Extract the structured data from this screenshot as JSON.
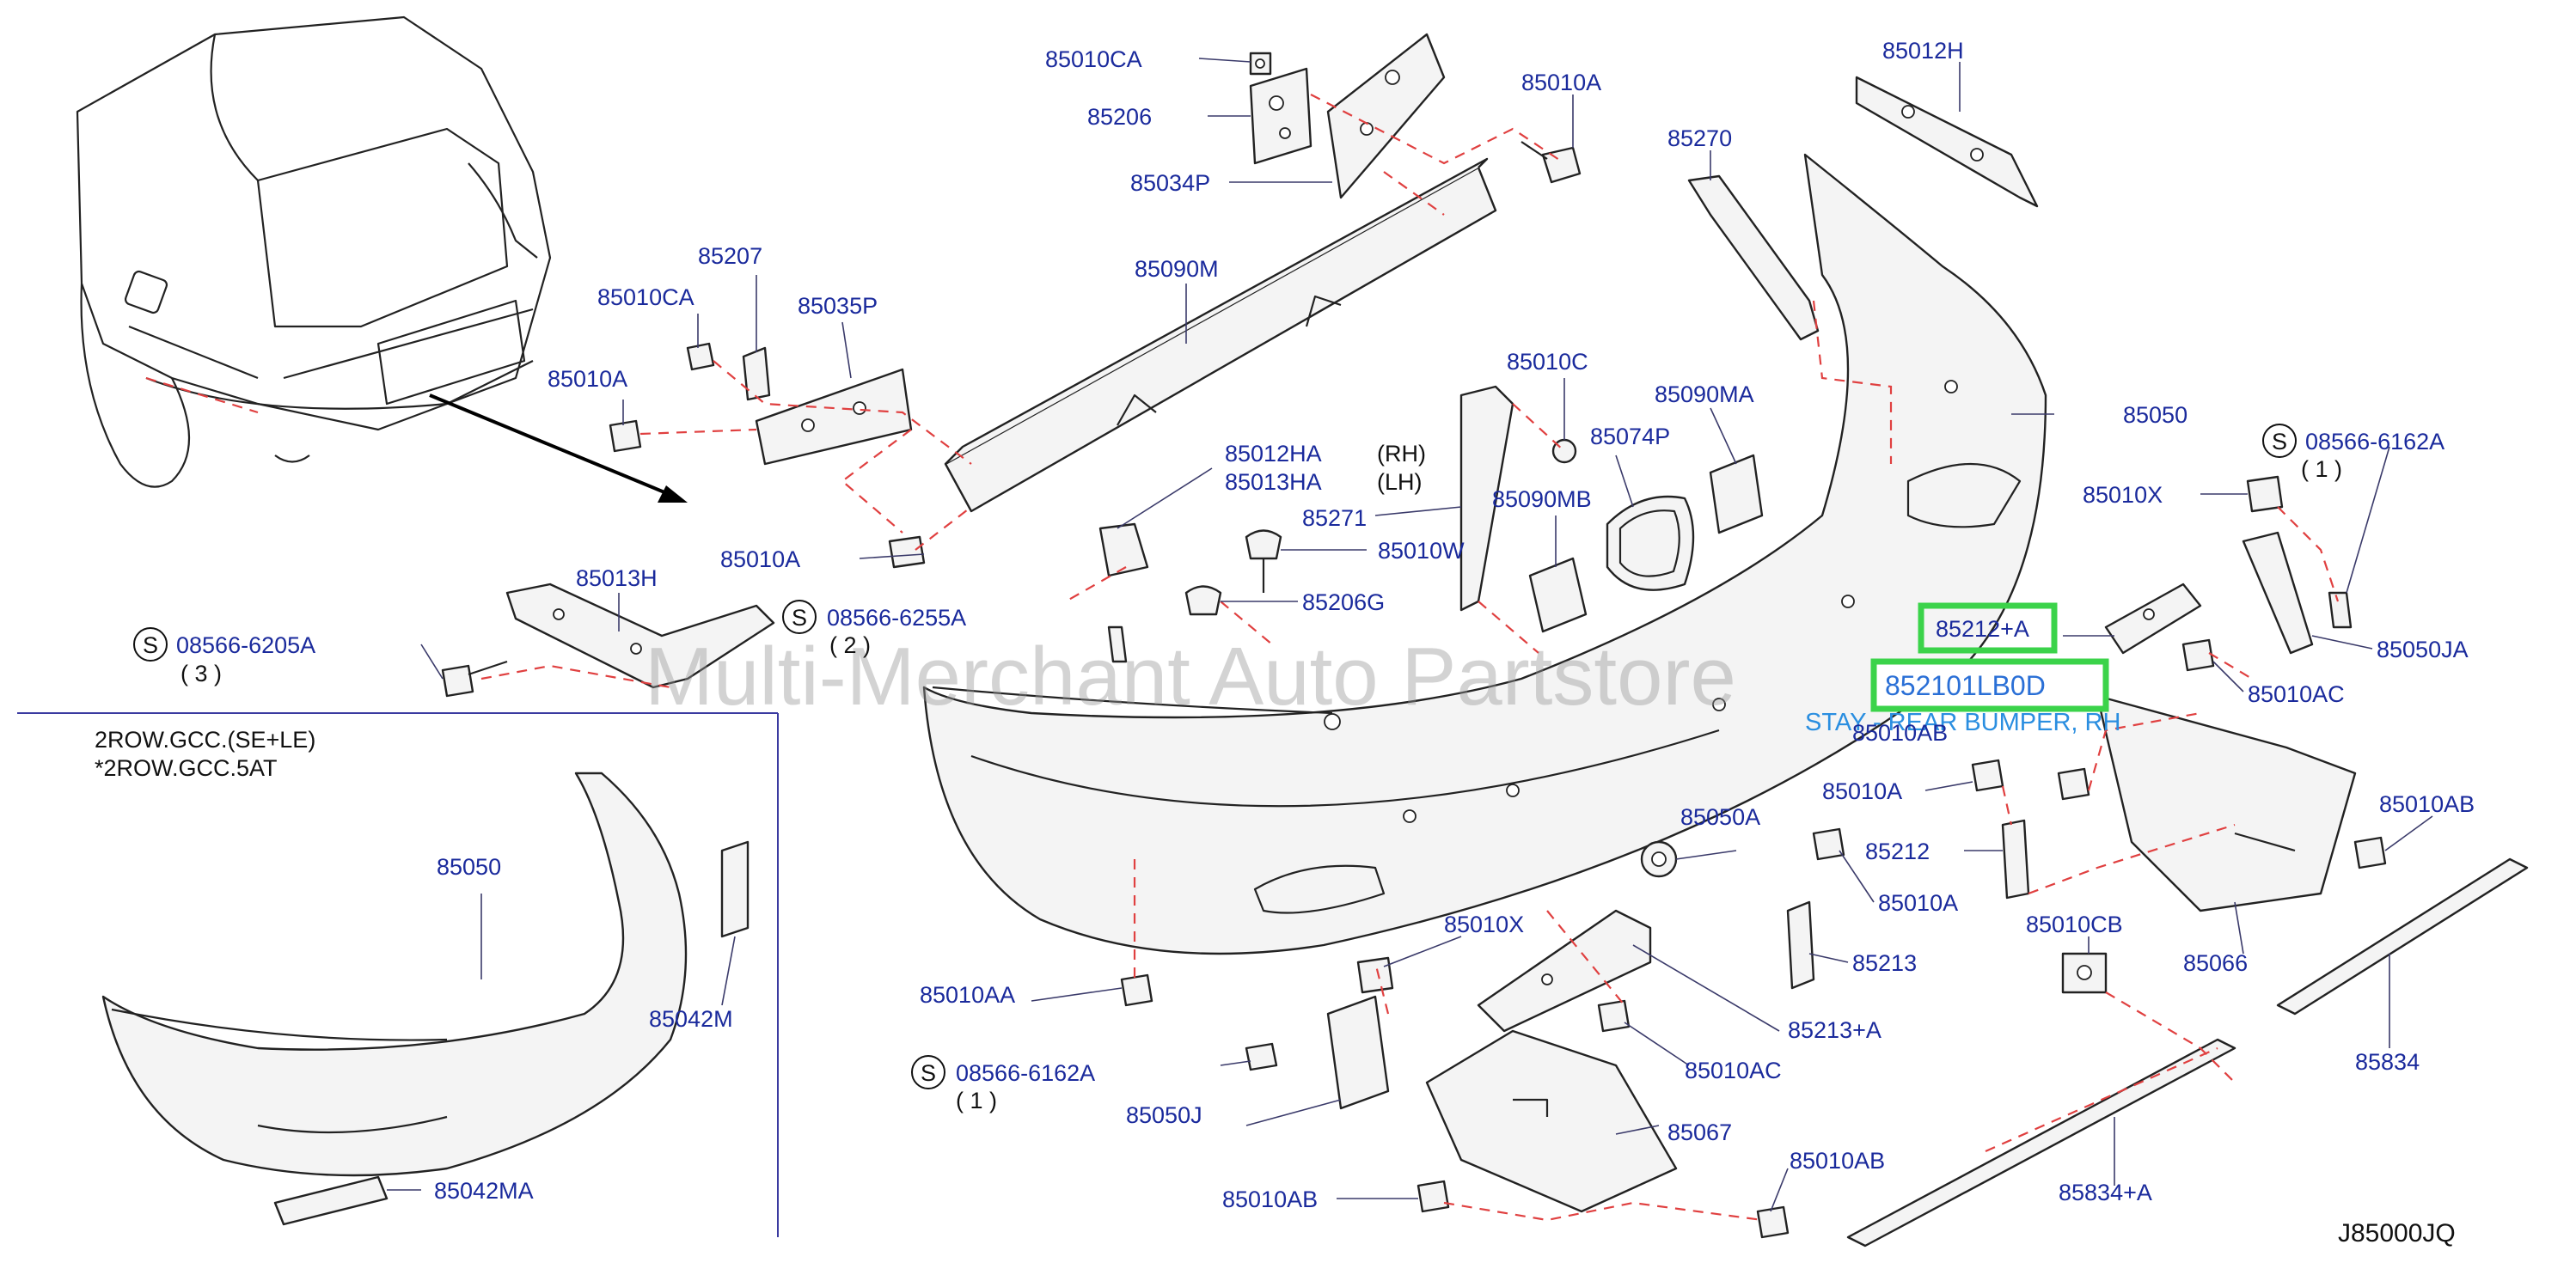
{
  "diagram_code": "J85000JQ",
  "watermark": "Multi-Merchant Auto Partstore",
  "note": {
    "line1": "2ROW.GCC.(SE+LE)",
    "line2": "*2ROW.GCC.5AT"
  },
  "highlight": {
    "part_a": "85212+A",
    "part_b": "852101LB0D",
    "description": "STAY - REAR BUMPER, RH"
  },
  "symbol_s": "S",
  "variant_rh": "(RH)",
  "variant_lh": "(LH)",
  "labels": {
    "p85010CA_top": "85010CA",
    "p85206": "85206",
    "p85034P": "85034P",
    "p85010A_top": "85010A",
    "p85012H": "85012H",
    "p85270": "85270",
    "p85207": "85207",
    "p85010CA_left": "85010CA",
    "p85035P": "85035P",
    "p85090M": "85090M",
    "p85010A_left": "85010A",
    "p85010C": "85010C",
    "p85090MA": "85090MA",
    "p85050_main": "85050",
    "p85012HA": "85012HA",
    "p85013HA": "85013HA",
    "p85074P": "85074P",
    "p85090MB": "85090MB",
    "p85271": "85271",
    "p85010W": "85010W",
    "p85010A_mid": "85010A",
    "p85206G": "85206G",
    "p85013H": "85013H",
    "p08566_6255A": "08566-6255A",
    "q2": "( 2 )",
    "p08566_6205A": "08566-6205A",
    "q3": "( 3 )",
    "p08566_6162A_r": "08566-6162A",
    "q1_r": "( 1 )",
    "p85010X_r": "85010X",
    "p85050JA": "85050JA",
    "p85010AC_r": "85010AC",
    "p85010AB_mid": "85010AB",
    "p85010A_r": "85010A",
    "p85010AB_r": "85010AB",
    "p85050A": "85050A",
    "p85212": "85212",
    "p85010A_r2": "85010A",
    "p85213": "85213",
    "p85010CB": "85010CB",
    "p85066": "85066",
    "p85213A": "85213+A",
    "p85010X_b": "85010X",
    "p85010AA": "85010AA",
    "p08566_6162A_b": "08566-6162A",
    "q1_b": "( 1 )",
    "p85050J": "85050J",
    "p85010AC_b": "85010AC",
    "p85067": "85067",
    "p85010AB_b": "85010AB",
    "p85010AB_b2": "85010AB",
    "p85834": "85834",
    "p85834A": "85834+A",
    "p85050_inset": "85050",
    "p85042M": "85042M",
    "p85042MA": "85042MA"
  }
}
